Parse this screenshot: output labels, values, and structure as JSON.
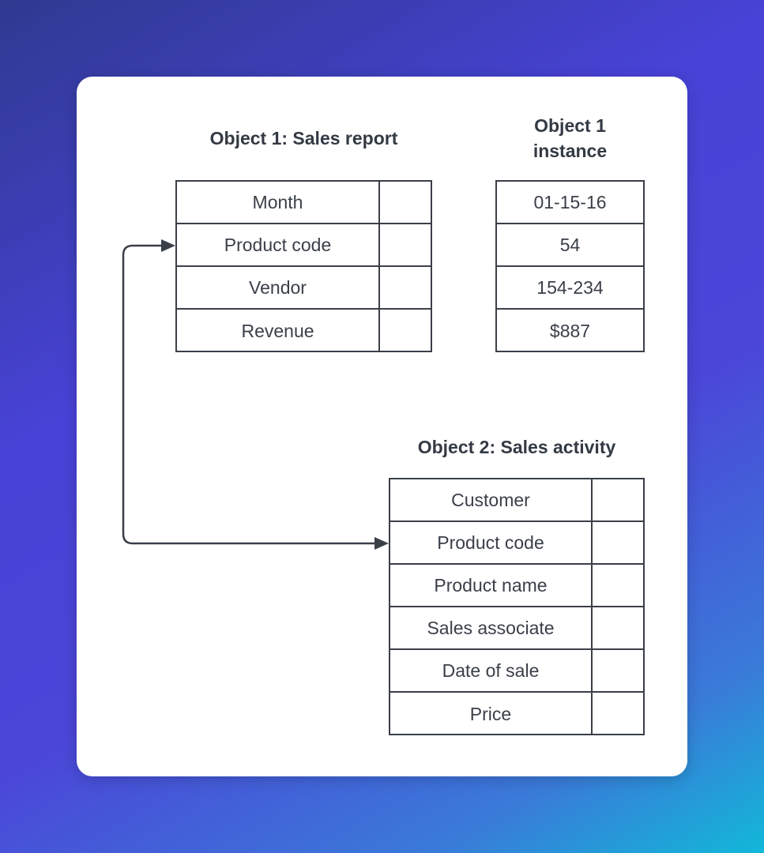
{
  "object1": {
    "title": "Object 1: Sales report",
    "rows": [
      "Month",
      "Product code",
      "Vendor",
      "Revenue"
    ]
  },
  "instance": {
    "title_line1": "Object 1",
    "title_line2": "instance",
    "rows": [
      "01-15-16",
      "54",
      "154-234",
      "$887"
    ]
  },
  "object2": {
    "title": "Object 2: Sales activity",
    "rows": [
      "Customer",
      "Product code",
      "Product name",
      "Sales associate",
      "Date of sale",
      "Price"
    ]
  },
  "connector": {
    "from": "Product code",
    "to": "Product code",
    "color": "#3a3f48"
  },
  "colors": {
    "card": "#ffffff",
    "stroke": "#3a3f48",
    "text": "#333a44"
  }
}
